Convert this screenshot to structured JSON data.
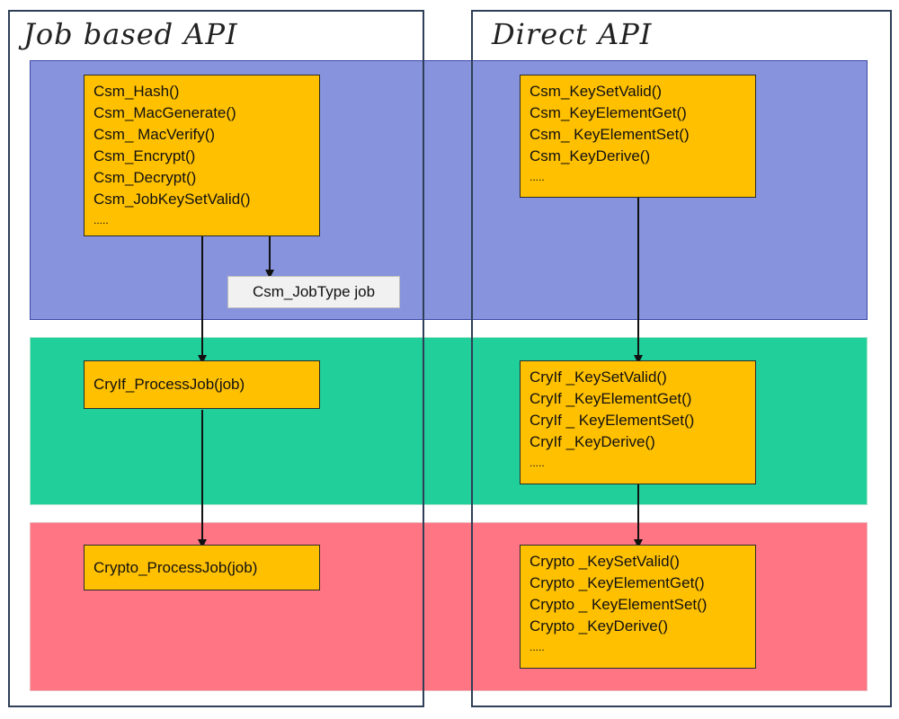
{
  "columns": {
    "left_title": "Job based API",
    "right_title": "Direct API"
  },
  "layer_colors": {
    "csm": "#8793dc",
    "cryif": "#21cf9a",
    "crypto": "#ff7583"
  },
  "csm_job_box": {
    "lines": [
      "Csm_Hash()",
      "Csm_MacGenerate()",
      "Csm_ MacVerify()",
      "Csm_Encrypt()",
      "Csm_Decrypt()",
      "Csm_JobKeySetValid()"
    ],
    "ellipsis": "....."
  },
  "job_param": "Csm_JobType job",
  "cryif_job_box": {
    "label": "CryIf_ProcessJob(job)"
  },
  "crypto_job_box": {
    "label": "Crypto_ProcessJob(job)"
  },
  "csm_direct_box": {
    "lines": [
      "Csm_KeySetValid()",
      "Csm_KeyElementGet()",
      "Csm_ KeyElementSet()",
      "Csm_KeyDerive()"
    ],
    "ellipsis": "....."
  },
  "cryif_direct_box": {
    "lines": [
      "CryIf _KeySetValid()",
      "CryIf _KeyElementGet()",
      "CryIf _ KeyElementSet()",
      "CryIf _KeyDerive()"
    ],
    "ellipsis": "....."
  },
  "crypto_direct_box": {
    "lines": [
      "Crypto _KeySetValid()",
      "Crypto _KeyElementGet()",
      "Crypto _ KeyElementSet()",
      "Crypto _KeyDerive()"
    ],
    "ellipsis": "....."
  }
}
